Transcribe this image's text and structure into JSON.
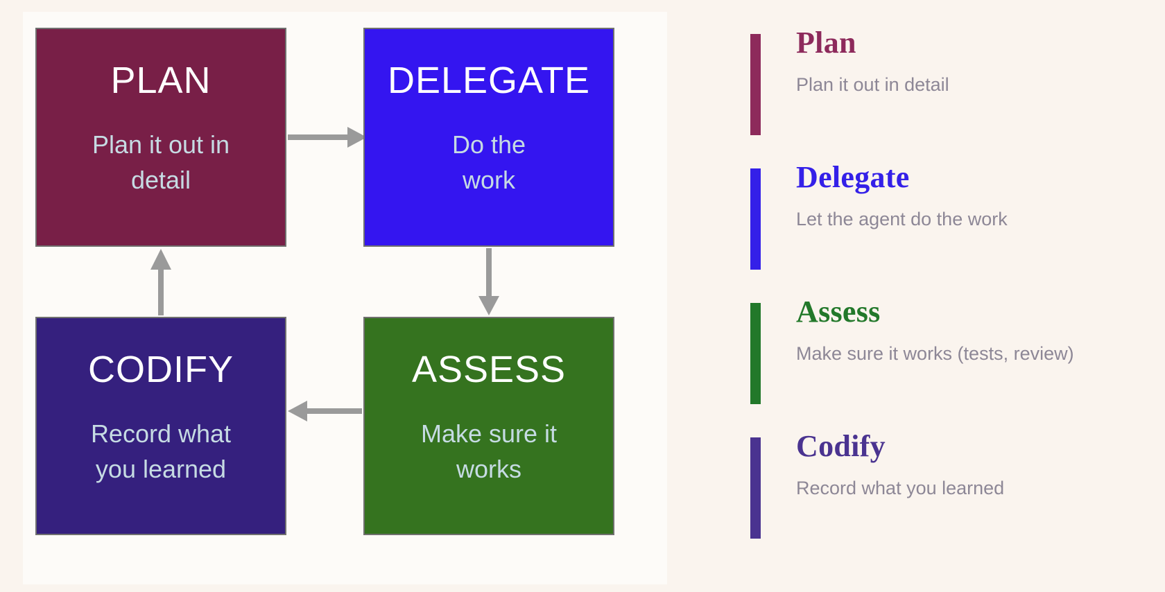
{
  "canvas": {
    "background_color": "#faf4ee",
    "panel_background_color": "#fdfbf8"
  },
  "diagram": {
    "type": "cycle-flowchart",
    "arrow_color": "#9a9a9a",
    "box_border_color": "#70706f",
    "box_subtext_color": "#c6dbe3",
    "boxes": [
      {
        "id": "plan",
        "title": "PLAN",
        "subtitle": "Plan it out in\ndetail",
        "color": "#781f47",
        "position": "top-left"
      },
      {
        "id": "delegate",
        "title": "DELEGATE",
        "subtitle": "Do the\nwork",
        "color": "#3415f0",
        "position": "top-right"
      },
      {
        "id": "codify",
        "title": "CODIFY",
        "subtitle": "Record what\nyou learned",
        "color": "#35207e",
        "position": "bottom-left"
      },
      {
        "id": "assess",
        "title": "ASSESS",
        "subtitle": "Make sure it\nworks",
        "color": "#35731f",
        "position": "bottom-right"
      }
    ],
    "arrows": [
      {
        "from": "plan",
        "to": "delegate",
        "direction": "right"
      },
      {
        "from": "delegate",
        "to": "assess",
        "direction": "down"
      },
      {
        "from": "assess",
        "to": "codify",
        "direction": "left"
      },
      {
        "from": "codify",
        "to": "plan",
        "direction": "up"
      }
    ]
  },
  "legend": {
    "description_color": "#8d8796",
    "items": [
      {
        "title": "Plan",
        "description": "Plan it out in detail",
        "color": "#8d2a5b"
      },
      {
        "title": "Delegate",
        "description": "Let the agent do the work",
        "color": "#3420e8"
      },
      {
        "title": "Assess",
        "description": "Make sure it works (tests, review)",
        "color": "#22782a"
      },
      {
        "title": "Codify",
        "description": "Record what you learned",
        "color": "#4a3390"
      }
    ]
  }
}
